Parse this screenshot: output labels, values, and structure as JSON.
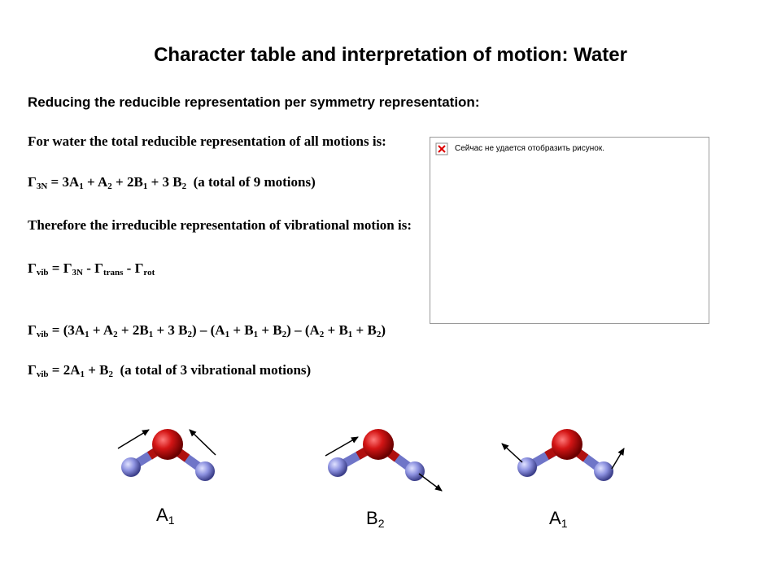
{
  "title": "Character table and interpretation of motion: Water",
  "subheading": "Reducing the reducible representation per symmetry representation:",
  "intro": "For water the total reducible representation of all motions is:",
  "missing_image_text": "Сейчас не удается отобразить рисунок.",
  "eq1": {
    "gamma": "Γ",
    "sub_3n": "3N",
    "eq": " = 3A",
    "s1": "1",
    "p1": " + A",
    "s2": "2",
    "p2": " + 2B",
    "s3": "1",
    "p3": " + 3 B",
    "s4": "2",
    "note": "  (a total of 9 motions)"
  },
  "therefore": "Therefore the irreducible representation of vibrational motion is:",
  "eq2": {
    "g1": "Γ",
    "vib": "vib",
    "eq": " = Γ",
    "n3": "3N",
    "m1": " - Γ",
    "trans": "trans",
    "m2": " - Γ",
    "rot": "rot"
  },
  "eq3": {
    "g": "Γ",
    "vib": "vib",
    "t0": " = (3A",
    "a": "1",
    "t1": " + A",
    "b": "2",
    "t2": " + 2B",
    "c": "1",
    "t3": " + 3 B",
    "d": "2",
    "t4": ") – (A",
    "e": "1",
    "t5": " + B",
    "f": "1",
    "t6": " + B",
    "g2": "2",
    "t7": ") – (A",
    "h": "2",
    "t8": " + B",
    "i": "1",
    "t9": " + B",
    "j": "2",
    "t10": ")"
  },
  "eq4": {
    "g": "Γ",
    "vib": "vib",
    "t0": " = 2A",
    "a": "1",
    "t1": " + B",
    "b": "2",
    "note": "  (a total of 3 vibrational motions)"
  },
  "modes": [
    {
      "label": "A",
      "sub": "1"
    },
    {
      "label": "B",
      "sub": "2"
    },
    {
      "label": "A",
      "sub": "1"
    }
  ],
  "colors": {
    "oxygen": "#cc1111",
    "hydrogen": "#8a8fd8",
    "bond_o": "#b01010",
    "bond_h": "#6f75c8"
  },
  "icons": [
    "broken-image-icon",
    "water-molecule-icon",
    "arrow-icon"
  ]
}
